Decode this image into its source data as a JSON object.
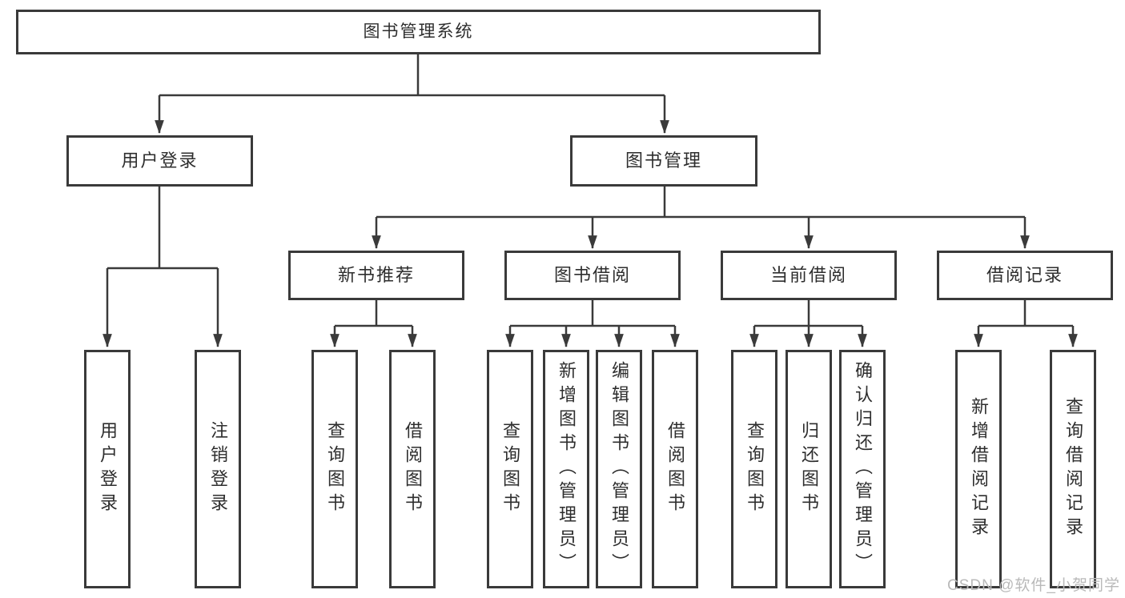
{
  "diagram": {
    "title_node": "图书管理系统",
    "branches": [
      {
        "label": "用户登录",
        "children": [
          {
            "label": "用户登录"
          },
          {
            "label": "注销登录"
          }
        ]
      },
      {
        "label": "图书管理",
        "sections": [
          {
            "label": "新书推荐",
            "children": [
              {
                "label": "查询图书"
              },
              {
                "label": "借阅图书"
              }
            ]
          },
          {
            "label": "图书借阅",
            "children": [
              {
                "label": "查询图书"
              },
              {
                "label": "新增图书（管理员）"
              },
              {
                "label": "编辑图书（管理员）"
              },
              {
                "label": "借阅图书"
              }
            ]
          },
          {
            "label": "当前借阅",
            "children": [
              {
                "label": "查询图书"
              },
              {
                "label": "归还图书"
              },
              {
                "label": "确认归还（管理员）"
              }
            ]
          },
          {
            "label": "借阅记录",
            "children": [
              {
                "label": "新增借阅记录"
              },
              {
                "label": "查询借阅记录"
              }
            ]
          }
        ]
      }
    ]
  },
  "watermark": {
    "text": "CSDN @软件_小贺同学"
  },
  "colors": {
    "line": "#3a3a3a",
    "box_border": "#3a3a3a",
    "text": "#2e2e2e",
    "watermark_text": "#b9b9b9",
    "background": "#ffffff"
  }
}
